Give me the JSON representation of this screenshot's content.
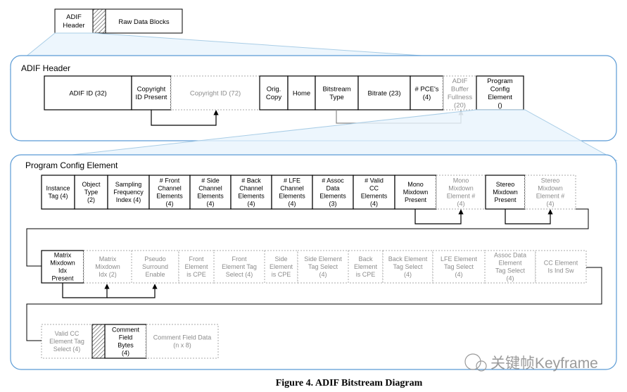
{
  "figure": {
    "caption": "Figure 4. ADIF Bitstream Diagram",
    "watermark": "关键帧Keyframe"
  },
  "overview": {
    "header_label": "ADIF Header",
    "raw_data_label": "Raw Data Blocks"
  },
  "adif_header": {
    "section_title": "ADIF Header",
    "fields": [
      {
        "id": "adif-id",
        "label": "ADIF ID (32)",
        "style": "solid"
      },
      {
        "id": "copyright-id-present",
        "label": "Copyright ID Present",
        "style": "solid"
      },
      {
        "id": "copyright-id",
        "label": "Copyright ID (72)",
        "style": "dashed"
      },
      {
        "id": "orig-copy",
        "label": "Orig. Copy",
        "style": "solid"
      },
      {
        "id": "home",
        "label": "Home",
        "style": "solid"
      },
      {
        "id": "bitstream-type",
        "label": "Bitstream Type",
        "style": "solid"
      },
      {
        "id": "bitrate",
        "label": "Bitrate (23)",
        "style": "solid"
      },
      {
        "id": "num-pces",
        "label": "# PCE's (4)",
        "style": "solid"
      },
      {
        "id": "adif-buffer-fullness",
        "label": "ADIF Buffer Fullness (20)",
        "style": "dashed"
      },
      {
        "id": "program-config-element",
        "label": "Program Config Element ()",
        "style": "solid"
      }
    ]
  },
  "program_config": {
    "section_title": "Program Config Element",
    "row1": [
      {
        "id": "instance-tag",
        "label": "Instance Tag (4)",
        "style": "solid"
      },
      {
        "id": "object-type",
        "label": "Object Type (2)",
        "style": "solid"
      },
      {
        "id": "sampling-frequency-index",
        "label": "Sampling Frequency Index (4)",
        "style": "solid"
      },
      {
        "id": "num-front-channel-elements",
        "label": "# Front Channel Elements (4)",
        "style": "solid"
      },
      {
        "id": "num-side-channel-elements",
        "label": "# Side Channel Elements (4)",
        "style": "solid"
      },
      {
        "id": "num-back-channel-elements",
        "label": "# Back Channel Elements (4)",
        "style": "solid"
      },
      {
        "id": "num-lfe-channel-elements",
        "label": "# LFE Channel Elements (4)",
        "style": "solid"
      },
      {
        "id": "num-assoc-data-elements",
        "label": "# Assoc Data Elements (3)",
        "style": "solid"
      },
      {
        "id": "num-valid-cc-elements",
        "label": "# Valid CC Elements (4)",
        "style": "solid"
      },
      {
        "id": "mono-mixdown-present",
        "label": "Mono Mixdown Present",
        "style": "solid"
      },
      {
        "id": "mono-mixdown-element",
        "label": "Mono Mixdown Element # (4)",
        "style": "dashed"
      },
      {
        "id": "stereo-mixdown-present",
        "label": "Stereo Mixdown Present",
        "style": "solid"
      },
      {
        "id": "stereo-mixdown-element",
        "label": "Stereo Mixdown Element # (4)",
        "style": "dashed"
      }
    ],
    "row2": [
      {
        "id": "matrix-mixdown-idx-present",
        "label": "Matrix Mixdown Idx Present",
        "style": "solid"
      },
      {
        "id": "matrix-mixdown-idx",
        "label": "Matrix Mixdown Idx (2)",
        "style": "dashed"
      },
      {
        "id": "pseudo-surround-enable",
        "label": "Pseudo Surround Enable",
        "style": "dashed"
      },
      {
        "id": "front-element-is-cpe",
        "label": "Front Element is CPE",
        "style": "dashed"
      },
      {
        "id": "front-element-tag-select",
        "label": "Front Element Tag Select (4)",
        "style": "dashed"
      },
      {
        "id": "side-element-is-cpe",
        "label": "Side Element is CPE",
        "style": "dashed"
      },
      {
        "id": "side-element-tag-select",
        "label": "Side Element Tag Select (4)",
        "style": "dashed"
      },
      {
        "id": "back-element-is-cpe",
        "label": "Back Element is CPE",
        "style": "dashed"
      },
      {
        "id": "back-element-tag-select",
        "label": "Back Element Tag Select (4)",
        "style": "dashed"
      },
      {
        "id": "lfe-element-tag-select",
        "label": "LFE Element Tag Select (4)",
        "style": "dashed"
      },
      {
        "id": "assoc-data-element-tag-select",
        "label": "Assoc Data Element Tag Select (4)",
        "style": "dashed"
      },
      {
        "id": "cc-element-is-ind-sw",
        "label": "CC Element Is Ind Sw",
        "style": "dashed"
      }
    ],
    "row3": [
      {
        "id": "valid-cc-element-tag-select",
        "label": "Valid CC Element Tag Select (4)",
        "style": "dashed"
      },
      {
        "id": "comment-field-bytes",
        "label": "Comment Field Bytes (4)",
        "style": "solid"
      },
      {
        "id": "comment-field-data",
        "label": "Comment Field Data (n x 8)",
        "style": "dashed"
      }
    ]
  }
}
